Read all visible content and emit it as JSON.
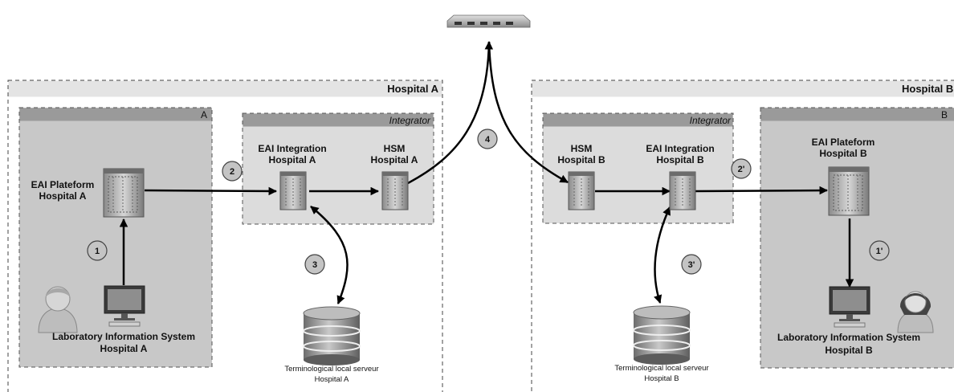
{
  "hospital_a": {
    "title": "Hospital A",
    "lab_box": {
      "tag": "A",
      "platform_label": [
        "EAI Plateform",
        "Hospital A"
      ],
      "lis_label": [
        "Laboratory Information System",
        "Hospital A"
      ]
    },
    "integrator": {
      "title": "Integrator",
      "eai_label": [
        "EAI Integration",
        "Hospital A"
      ],
      "hsm_label": [
        "HSM",
        "Hospital A"
      ]
    },
    "db_label": [
      "Terminological local serveur",
      "Hospital A"
    ]
  },
  "hospital_b": {
    "title": "Hospital B",
    "lab_box": {
      "tag": "B",
      "platform_label": [
        "EAI Plateform",
        "Hospital B"
      ],
      "lis_label": [
        "Laboratory Information System",
        "Hospital B"
      ]
    },
    "integrator": {
      "title": "Integrator",
      "eai_label": [
        "EAI Integration",
        "Hospital B"
      ],
      "hsm_label": [
        "HSM",
        "Hospital B"
      ]
    },
    "db_label": [
      "Terminological local serveur",
      "Hospital B"
    ]
  },
  "steps": [
    "1",
    "2",
    "3",
    "4",
    "1'",
    "2'",
    "3'"
  ],
  "icons": [
    "router-icon",
    "server-icon",
    "computer-icon",
    "database-icon",
    "male-user-icon",
    "female-user-icon"
  ],
  "colors": {
    "box_fill": "#c8c8c8",
    "box_header": "#9a9a9a",
    "integrator_fill": "#dcdcdc",
    "hospital_header": "#e4e4e4",
    "badge": "#c4c4c4",
    "arrow": "#000000"
  }
}
